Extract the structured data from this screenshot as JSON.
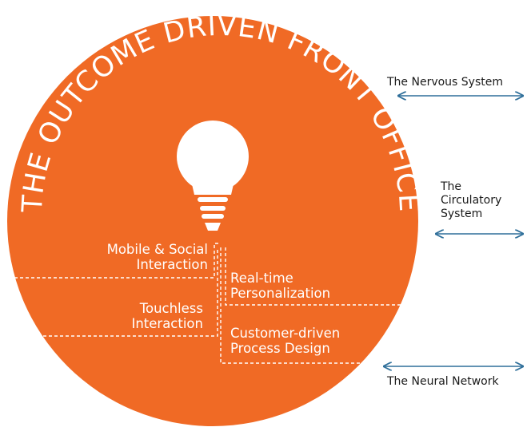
{
  "title": "THE OUTCOME DRIVEN FRONT OFFICE",
  "colors": {
    "circle": "#f06a25",
    "divider": "#ffffff",
    "arrow": "#2f6f9a",
    "text_dark": "#1a1a1a"
  },
  "icons": {
    "bulb": "lightbulb-icon",
    "arrow": "double-headed-arrow-icon"
  },
  "segments": {
    "mobile_social": [
      "Mobile & Social",
      "Interaction"
    ],
    "touchless": [
      "Touchless",
      "Interaction"
    ],
    "realtime": [
      "Real-time",
      "Personalization"
    ],
    "customer_driven": [
      "Customer-driven",
      "Process Design"
    ]
  },
  "side_labels": {
    "nervous": "The Nervous System",
    "circulatory": [
      "The",
      "Circulatory",
      "System"
    ],
    "neural": "The Neural Network"
  }
}
